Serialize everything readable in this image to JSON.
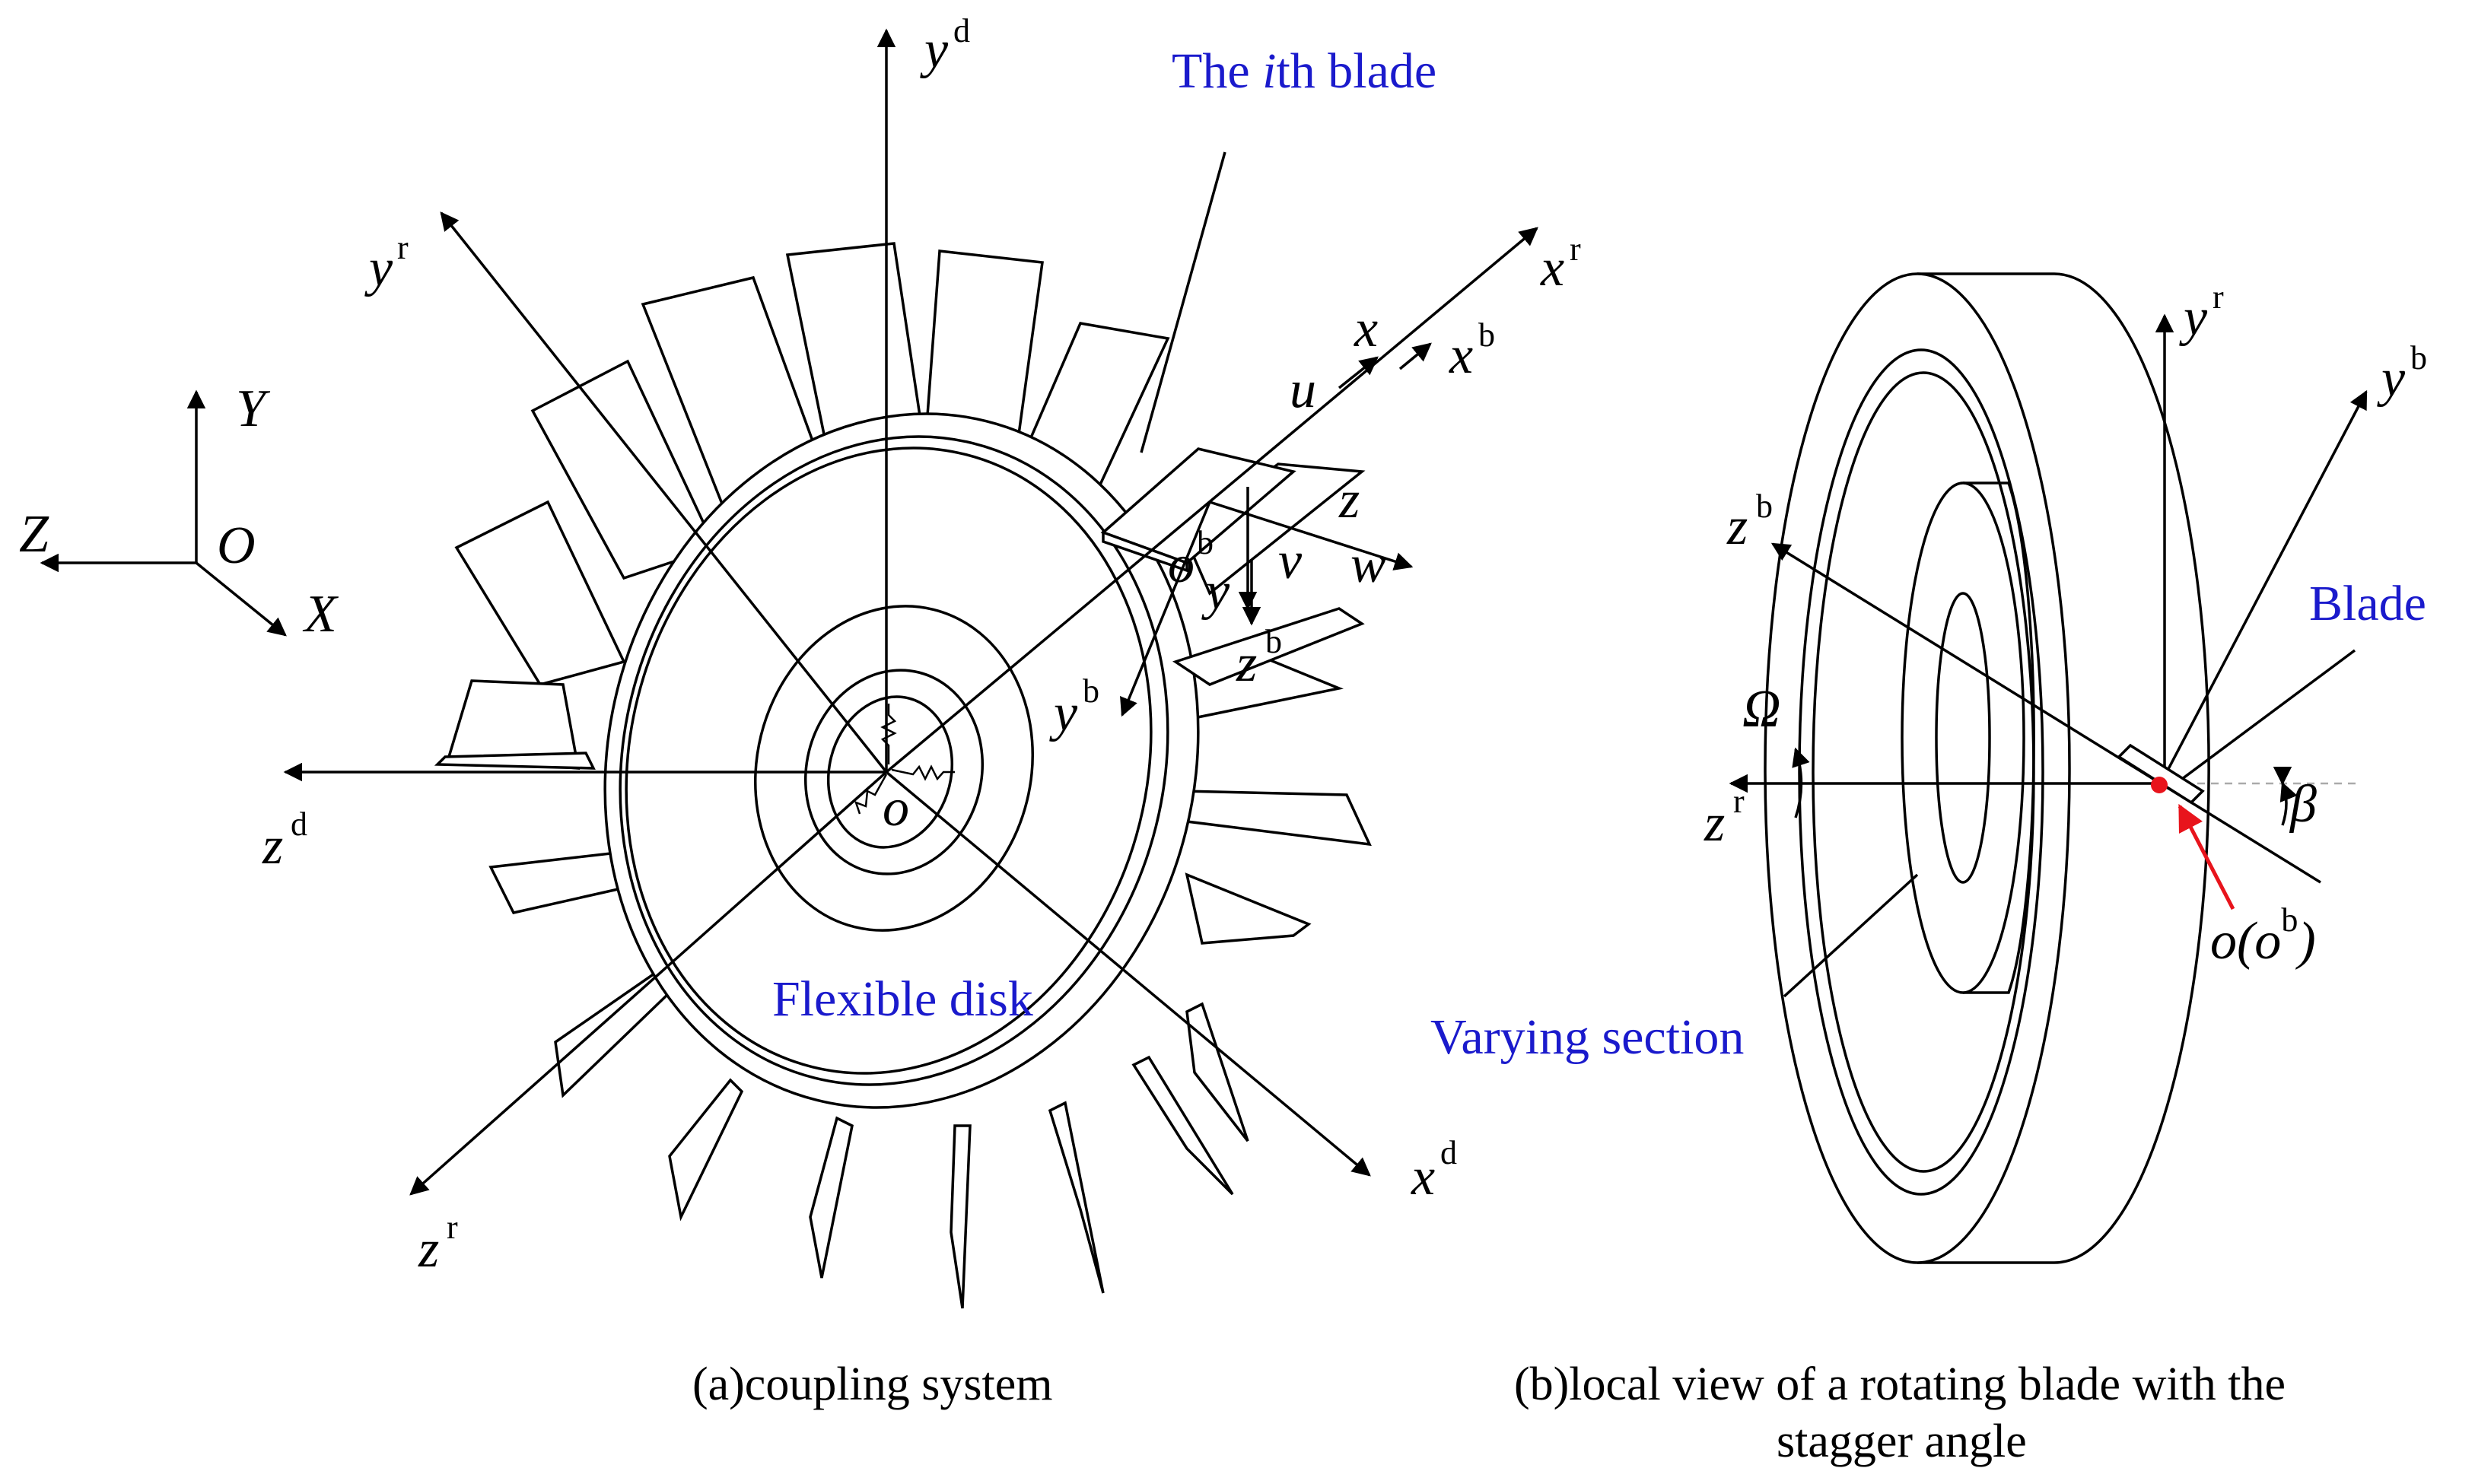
{
  "left_panel": {
    "caption": "(a)coupling system",
    "global_axes": {
      "Y": "Y",
      "Z": "Z",
      "X": "X",
      "O": "O"
    },
    "disk_axes": {
      "yd": "y",
      "yd_sup": "d",
      "zd": "z",
      "zd_sup": "d",
      "xd": "x",
      "xd_sup": "d",
      "yr": "y",
      "yr_sup": "r",
      "xr": "x",
      "xr_sup": "r",
      "zr": "z",
      "zr_sup": "r",
      "o": "o"
    },
    "blade_axes": {
      "u": "u",
      "x": "x",
      "xb": "x",
      "xb_sup": "b",
      "z": "z",
      "w": "w",
      "v": "v",
      "y": "y",
      "ob": "o",
      "ob_sup": "b",
      "zb": "z",
      "zb_sup": "b",
      "yb": "y",
      "yb_sup": "b"
    },
    "ith_blade_pre": "The ",
    "ith_blade_i": "i",
    "ith_blade_post": "th blade",
    "flexible_disk": "Flexible disk"
  },
  "right_panel": {
    "caption_line1": "(b)local view of a rotating blade with the",
    "caption_line2": "stagger angle",
    "yr": "y",
    "yr_sup": "r",
    "yb": "y",
    "yb_sup": "b",
    "zb": "z",
    "zb_sup": "b",
    "zr": "z",
    "zr_sup": "r",
    "omega": "Ω",
    "beta": "β",
    "blade": "Blade",
    "origin_o": "o(o",
    "origin_sup": "b",
    "origin_close": ")",
    "varying_section": "Varying section",
    "marker_color": "#e8141c",
    "label_color": "#1a1acc"
  }
}
